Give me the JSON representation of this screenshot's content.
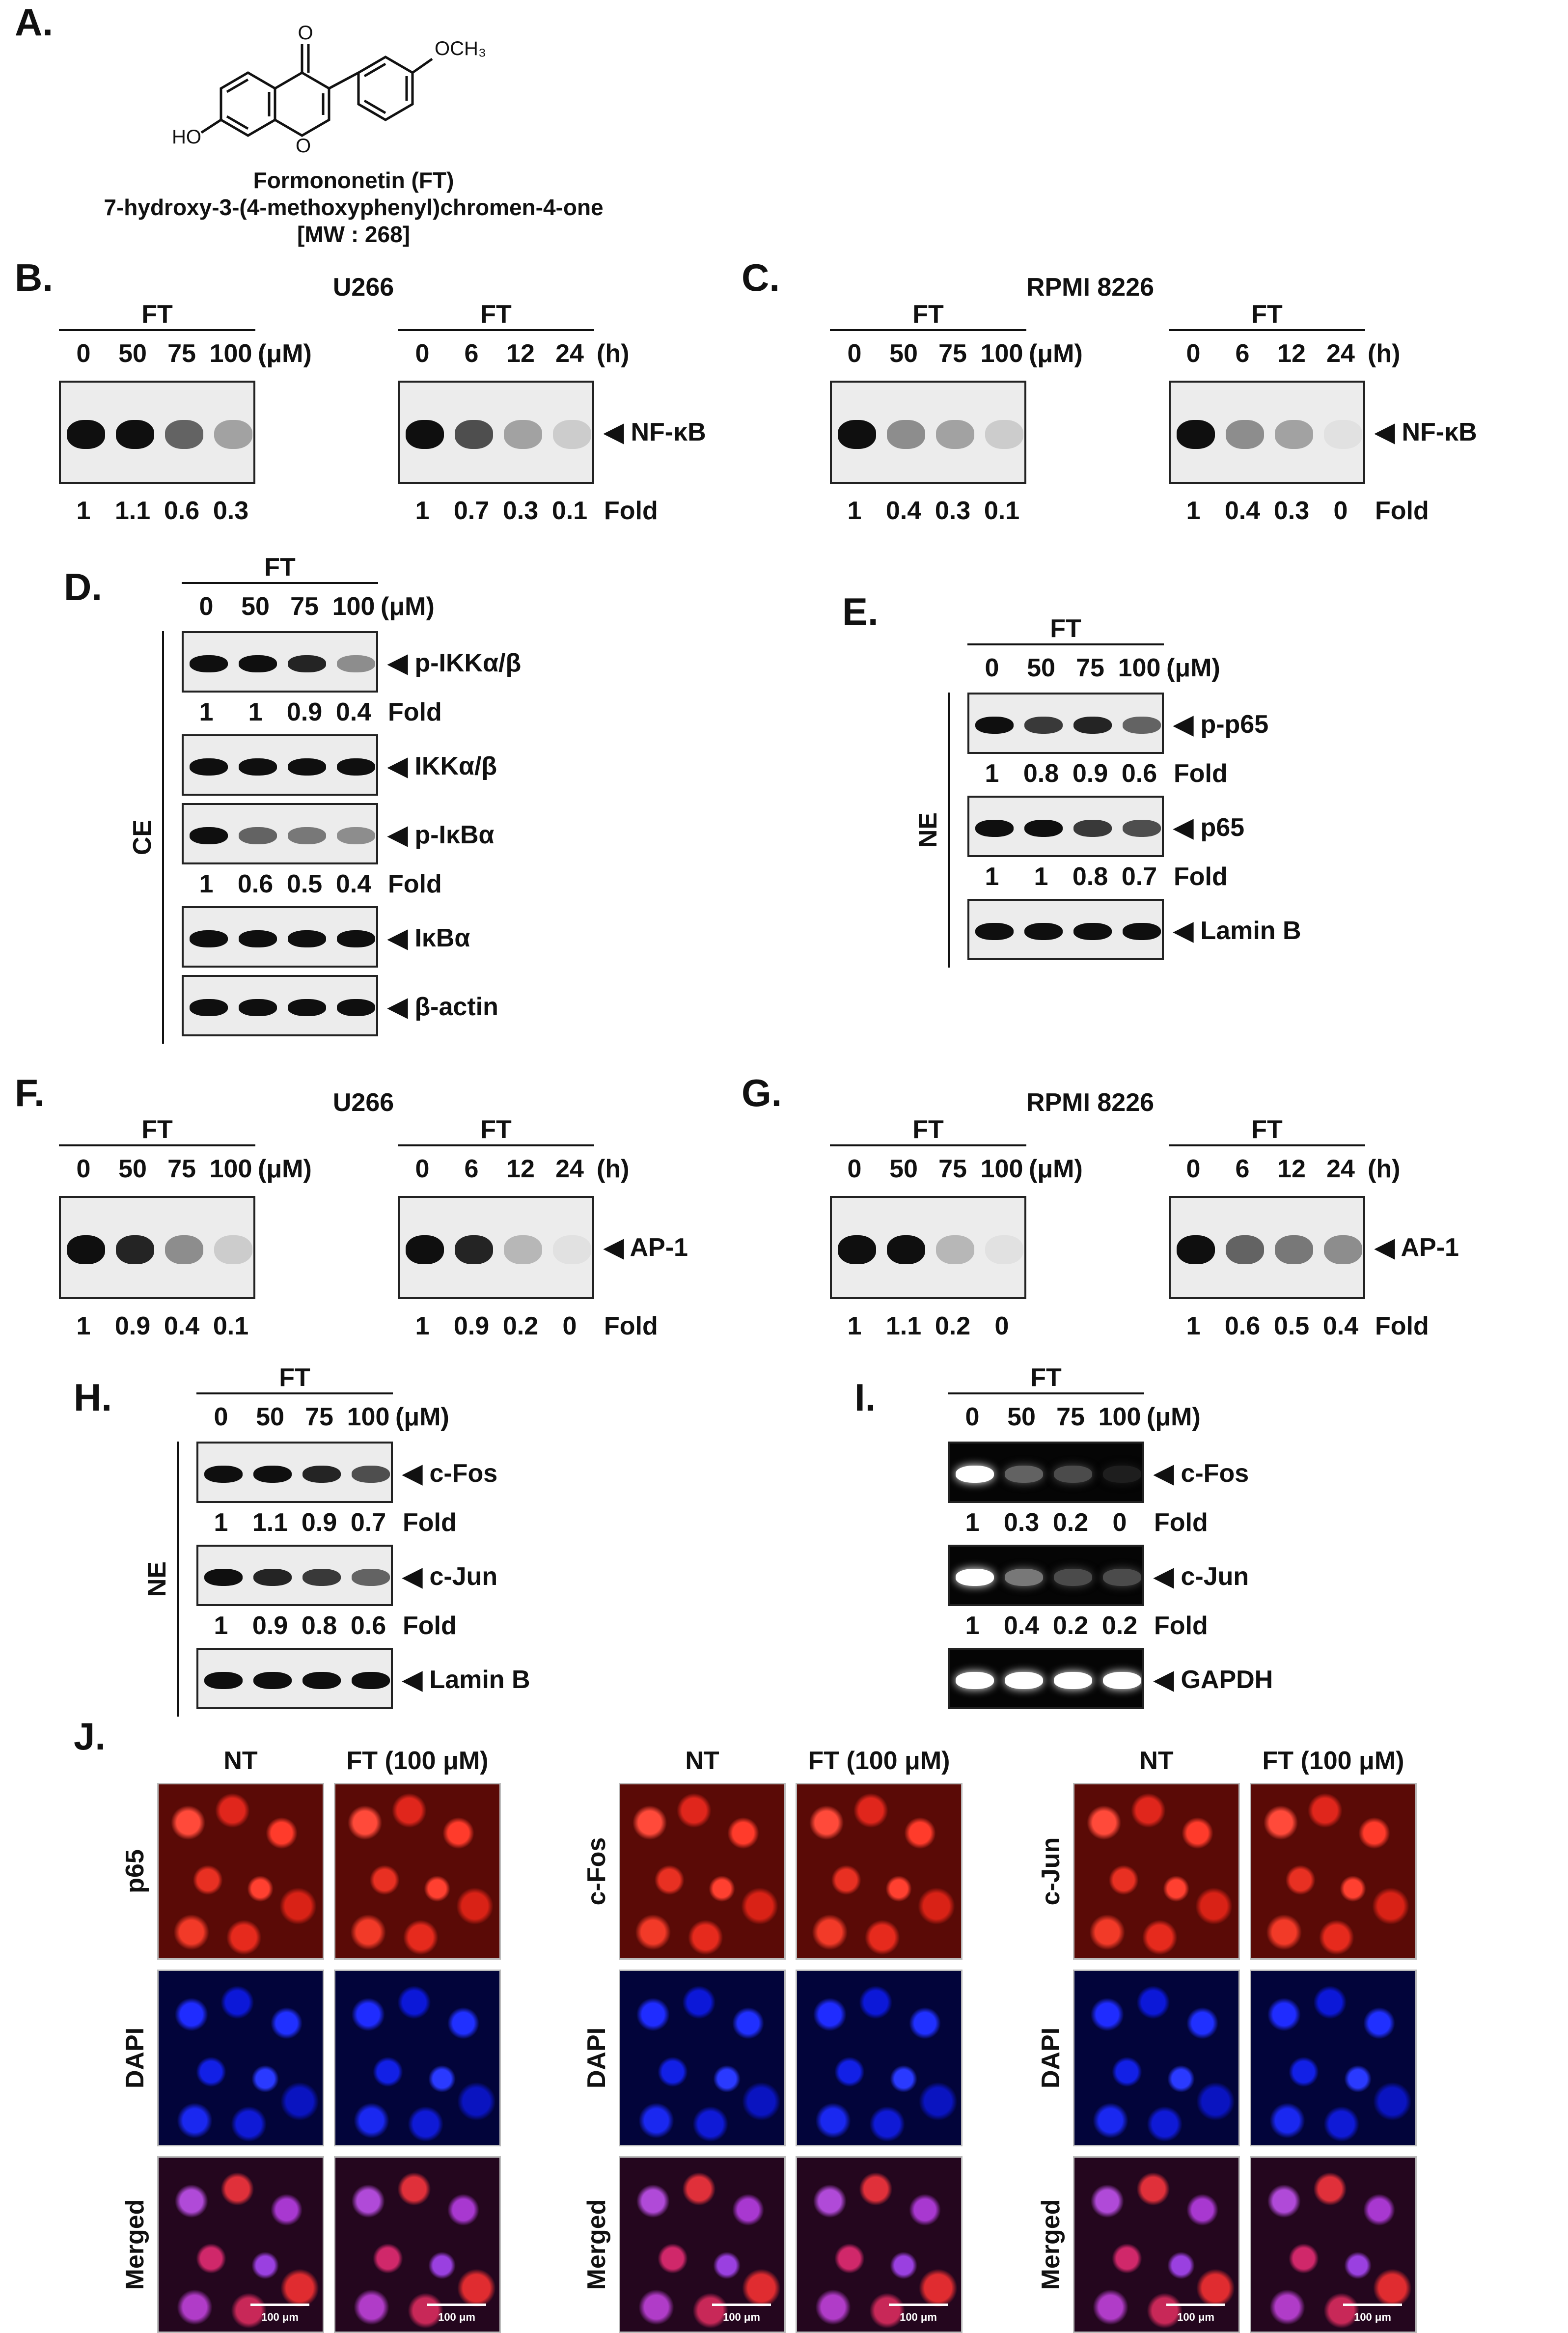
{
  "panels": {
    "A": {
      "label": "A.",
      "compound_name": "Formononetin (FT)",
      "iupac": "7-hydroxy-3-(4-methoxyphenyl)chromen-4-one",
      "mw": "[MW : 268]",
      "atoms": {
        "o_top": "O",
        "och3": "OCH₃",
        "oh": "HO",
        "o_ring": "O"
      }
    },
    "B": {
      "label": "B.",
      "cell": "U266",
      "treat": "FT",
      "dose": {
        "cols": [
          "0",
          "50",
          "75",
          "100"
        ],
        "unit": "(μM)",
        "fold": [
          "1",
          "1.1",
          "0.6",
          "0.3"
        ]
      },
      "time": {
        "cols": [
          "0",
          "6",
          "12",
          "24"
        ],
        "unit": "(h)",
        "fold": [
          "1",
          "0.7",
          "0.3",
          "0.1"
        ]
      },
      "band_label": "NF-κB",
      "fold_label": "Fold"
    },
    "C": {
      "label": "C.",
      "cell": "RPMI 8226",
      "treat": "FT",
      "dose": {
        "cols": [
          "0",
          "50",
          "75",
          "100"
        ],
        "unit": "(μM)",
        "fold": [
          "1",
          "0.4",
          "0.3",
          "0.1"
        ]
      },
      "time": {
        "cols": [
          "0",
          "6",
          "12",
          "24"
        ],
        "unit": "(h)",
        "fold": [
          "1",
          "0.4",
          "0.3",
          "0"
        ]
      },
      "band_label": "NF-κB",
      "fold_label": "Fold"
    },
    "D": {
      "label": "D.",
      "treat": "FT",
      "cols": [
        "0",
        "50",
        "75",
        "100"
      ],
      "unit": "(μM)",
      "side": "CE",
      "rows": [
        {
          "name": "p-IKKα/β",
          "fold": [
            "1",
            "1",
            "0.9",
            "0.4"
          ]
        },
        {
          "name": "IKKα/β"
        },
        {
          "name": "p-IκBα",
          "fold": [
            "1",
            "0.6",
            "0.5",
            "0.4"
          ]
        },
        {
          "name": "IκBα"
        },
        {
          "name": "β-actin"
        }
      ],
      "fold_label": "Fold"
    },
    "E": {
      "label": "E.",
      "treat": "FT",
      "cols": [
        "0",
        "50",
        "75",
        "100"
      ],
      "unit": "(μM)",
      "side": "NE",
      "rows": [
        {
          "name": "p-p65",
          "fold": [
            "1",
            "0.8",
            "0.9",
            "0.6"
          ]
        },
        {
          "name": "p65",
          "fold": [
            "1",
            "1",
            "0.8",
            "0.7"
          ]
        },
        {
          "name": "Lamin B"
        }
      ],
      "fold_label": "Fold"
    },
    "F": {
      "label": "F.",
      "cell": "U266",
      "treat": "FT",
      "dose": {
        "cols": [
          "0",
          "50",
          "75",
          "100"
        ],
        "unit": "(μM)",
        "fold": [
          "1",
          "0.9",
          "0.4",
          "0.1"
        ]
      },
      "time": {
        "cols": [
          "0",
          "6",
          "12",
          "24"
        ],
        "unit": "(h)",
        "fold": [
          "1",
          "0.9",
          "0.2",
          "0"
        ]
      },
      "band_label": "AP-1",
      "fold_label": "Fold"
    },
    "G": {
      "label": "G.",
      "cell": "RPMI 8226",
      "treat": "FT",
      "dose": {
        "cols": [
          "0",
          "50",
          "75",
          "100"
        ],
        "unit": "(μM)",
        "fold": [
          "1",
          "1.1",
          "0.2",
          "0"
        ]
      },
      "time": {
        "cols": [
          "0",
          "6",
          "12",
          "24"
        ],
        "unit": "(h)",
        "fold": [
          "1",
          "0.6",
          "0.5",
          "0.4"
        ]
      },
      "band_label": "AP-1",
      "fold_label": "Fold"
    },
    "H": {
      "label": "H.",
      "treat": "FT",
      "cols": [
        "0",
        "50",
        "75",
        "100"
      ],
      "unit": "(μM)",
      "side": "NE",
      "rows": [
        {
          "name": "c-Fos",
          "fold": [
            "1",
            "1.1",
            "0.9",
            "0.7"
          ]
        },
        {
          "name": "c-Jun",
          "fold": [
            "1",
            "0.9",
            "0.8",
            "0.6"
          ]
        },
        {
          "name": "Lamin B"
        }
      ],
      "fold_label": "Fold"
    },
    "I": {
      "label": "I.",
      "treat": "FT",
      "cols": [
        "0",
        "50",
        "75",
        "100"
      ],
      "unit": "(μM)",
      "rows": [
        {
          "name": "c-Fos",
          "fold": [
            "1",
            "0.3",
            "0.2",
            "0"
          ]
        },
        {
          "name": "c-Jun",
          "fold": [
            "1",
            "0.4",
            "0.2",
            "0.2"
          ]
        },
        {
          "name": "GAPDH"
        }
      ],
      "fold_label": "Fold"
    },
    "J": {
      "label": "J.",
      "col_nt": "NT",
      "col_ft": "FT (100 μM)",
      "groups": [
        "p65",
        "c-Fos",
        "c-Jun"
      ],
      "rows": [
        "DAPI",
        "Merged"
      ],
      "scale": "100 μm"
    }
  }
}
